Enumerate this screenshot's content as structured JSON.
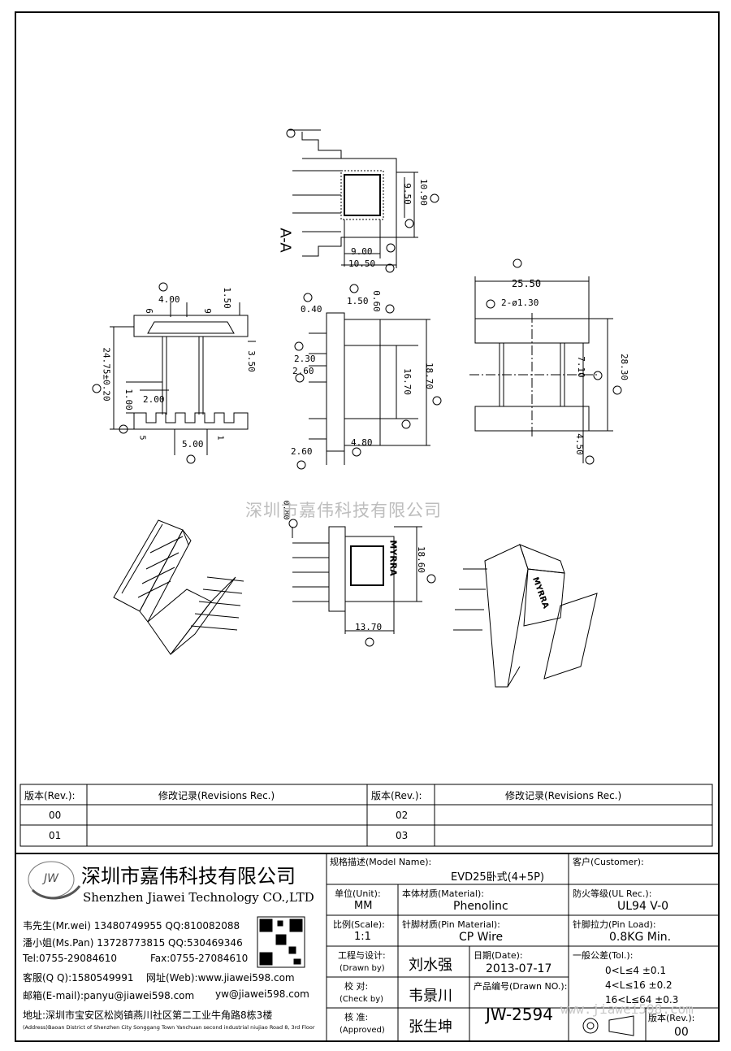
{
  "watermark": "深圳市嘉伟科技有限公司",
  "watermark_url": "www.jiawei598.com",
  "views": {
    "section_label": "A-A",
    "dims": {
      "d_10_90": "10.90",
      "d_9_50": "9.50",
      "d_9_00": "9.00",
      "d_10_50": "10.50",
      "d_4_00": "4.00",
      "d_1_50a": "1.50",
      "d_9": "9",
      "d_6": "6",
      "d_3_50": "3.50",
      "d_24_75": "24.75±0.20",
      "d_1_00": "1.00",
      "d_2_00": "2.00",
      "d_5_00": "5.00",
      "pin5": "5",
      "pin1": "1",
      "d_0_40": "0.40",
      "d_1_50b": "1.50",
      "d_0_60": "0.60",
      "d_2_30": "2.30",
      "d_2_60a": "2.60",
      "d_16_70": "16.70",
      "d_18_70": "18.70",
      "d_4_80": "4.80",
      "d_2_60b": "2.60",
      "d_25_50": "25.50",
      "d_2_phi": "2-ø1.30",
      "d_7_10": "7.10",
      "d_28_30": "28.30",
      "d_4_50": "4.50",
      "d_0_80": "0.80",
      "d_18_60": "18.60",
      "d_13_70": "13.70"
    },
    "brand_mark": "MYRRA"
  },
  "revisions": {
    "rev_header": "版本(Rev.):",
    "rec_header": "修改记录(Revisions Rec.)",
    "rows_left": [
      "00",
      "01"
    ],
    "rows_right": [
      "02",
      "03"
    ]
  },
  "company": {
    "name_cn": "深圳市嘉伟科技有限公司",
    "name_en": "Shenzhen Jiawei Technology CO.,LTD",
    "logo": "JW",
    "contact1": "韦先生(Mr.wei) 13480749955 QQ:810082088",
    "contact2": "潘小姐(Ms.Pan) 13728773815 QQ:530469346",
    "tel": "Tel:0755-29084610",
    "fax": "Fax:0755-27084610",
    "qq": "客服(Q Q):1580549991",
    "web": "网址(Web):www.jiawei598.com",
    "email": "邮箱(E-mail):panyu@jiawei598.com",
    "email2": "yw@jiawei598.com",
    "addr_cn": "地址:深圳市宝安区松岗镇燕川社区第二工业牛角路8栋3楼",
    "addr_en": "(Address)Baoan District of Shenzhen City Songgang Town Yanchuan  second industrial niujiao Road 8, 3rd Floor"
  },
  "title_block": {
    "model_label": "规格描述(Model Name):",
    "model_value": "EVD25卧式(4+5P)",
    "customer_label": "客户(Customer):",
    "unit_label": "单位(Unit):",
    "unit_value": "MM",
    "material_label": "本体材质(Material):",
    "material_value": "Phenolinc",
    "ul_label": "防火等级(UL Rec.):",
    "ul_value": "UL94 V-0",
    "scale_label": "比例(Scale):",
    "scale_value": "1:1",
    "pin_mat_label": "针脚材质(Pin Material):",
    "pin_mat_value": "CP Wire",
    "pin_load_label": "针脚拉力(Pin Load):",
    "pin_load_value": "0.8KG Min.",
    "drawn_label": "工程与设计:",
    "drawn_label_en": "(Drawn by)",
    "drawn_value": "刘水强",
    "date_label": "日期(Date):",
    "date_value": "2013-07-17",
    "tol_label": "一般公差(Tol.):",
    "tol1": "0<L≤4    ±0.1",
    "tol2": "4<L≤16   ±0.2",
    "tol3": "16<L≤64  ±0.3",
    "check_label": "校  对:",
    "check_label_en": "(Check by)",
    "check_value": "韦景川",
    "drawn_no_label": "产品编号(Drawn NO.):",
    "drawn_no_value": "JW-2594",
    "approved_label": "核  准:",
    "approved_label_en": "(Approved)",
    "approved_value": "张生坤",
    "rev_label": "版本(Rev.):",
    "rev_value": "00"
  }
}
